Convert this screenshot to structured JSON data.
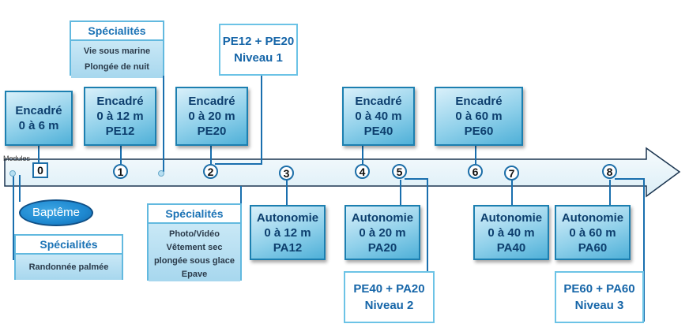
{
  "timeline": {
    "label": "Modules",
    "start_marker": "0",
    "markers": [
      "1",
      "2",
      "3",
      "4",
      "5",
      "6",
      "7",
      "8"
    ]
  },
  "bapteme": "Baptême",
  "encadre": [
    {
      "title": "Encadré",
      "range": "0 à 6 m",
      "code": ""
    },
    {
      "title": "Encadré",
      "range": "0 à 12 m",
      "code": "PE12"
    },
    {
      "title": "Encadré",
      "range": "0 à 20 m",
      "code": "PE20"
    },
    {
      "title": "Encadré",
      "range": "0 à 40 m",
      "code": "PE40"
    },
    {
      "title": "Encadré",
      "range": "0 à 60 m",
      "code": "PE60"
    }
  ],
  "autonomie": [
    {
      "title": "Autonomie",
      "range": "0 à 12 m",
      "code": "PA12"
    },
    {
      "title": "Autonomie",
      "range": "0 à 20 m",
      "code": "PA20"
    },
    {
      "title": "Autonomie",
      "range": "0 à 40 m",
      "code": "PA40"
    },
    {
      "title": "Autonomie",
      "range": "0 à 60 m",
      "code": "PA60"
    }
  ],
  "niveaux": [
    {
      "line1": "PE12 + PE20",
      "line2": "Niveau 1"
    },
    {
      "line1": "PE40 + PA20",
      "line2": "Niveau 2"
    },
    {
      "line1": "PE60 + PA60",
      "line2": "Niveau 3"
    }
  ],
  "specialites": [
    {
      "title": "Spécialités",
      "items": [
        "Vie sous marine",
        "Plongée de nuit"
      ]
    },
    {
      "title": "Spécialités",
      "items": [
        "Photo/Vidéo",
        "Vêtement sec",
        "plongée sous glace",
        "Epave"
      ]
    },
    {
      "title": "Spécialités",
      "items": [
        "Randonnée palmée"
      ]
    }
  ],
  "colors": {
    "accent": "#1c7fb0",
    "text_dark": "#0d3f6e",
    "niveau_text": "#1565a8",
    "arrow_fill": "#eef7fb"
  }
}
